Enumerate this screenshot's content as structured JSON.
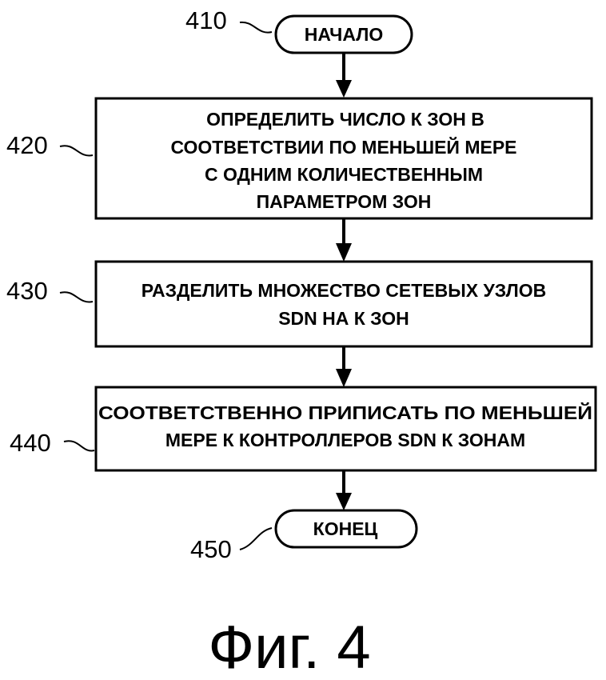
{
  "diagram": {
    "nodes": [
      {
        "id": "410",
        "ref": "410",
        "shape": "terminator",
        "lines": [
          "НАЧАЛО"
        ]
      },
      {
        "id": "420",
        "ref": "420",
        "shape": "process",
        "lines": [
          "ОПРЕДЕЛИТЬ ЧИСЛО К ЗОН В",
          "СООТВЕТСТВИИ ПО МЕНЬШЕЙ МЕРЕ",
          "С ОДНИМ КОЛИЧЕСТВЕННЫМ",
          "ПАРАМЕТРОМ ЗОН"
        ]
      },
      {
        "id": "430",
        "ref": "430",
        "shape": "process",
        "lines": [
          "РАЗДЕЛИТЬ МНОЖЕСТВО СЕТЕВЫХ УЗЛОВ",
          "SDN НА К ЗОН"
        ]
      },
      {
        "id": "440",
        "ref": "440",
        "shape": "process",
        "lines": [
          "СООТВЕТСТВЕННО ПРИПИСАТЬ ПО МЕНЬШЕЙ",
          "МЕРЕ К КОНТРОЛЛЕРОВ SDN К ЗОНАМ"
        ]
      },
      {
        "id": "450",
        "ref": "450",
        "shape": "terminator",
        "lines": [
          "КОНЕЦ"
        ]
      }
    ],
    "edges": [
      {
        "from": "410",
        "to": "420"
      },
      {
        "from": "420",
        "to": "430"
      },
      {
        "from": "430",
        "to": "440"
      },
      {
        "from": "440",
        "to": "450"
      }
    ]
  },
  "figure_label": "Фиг. 4"
}
